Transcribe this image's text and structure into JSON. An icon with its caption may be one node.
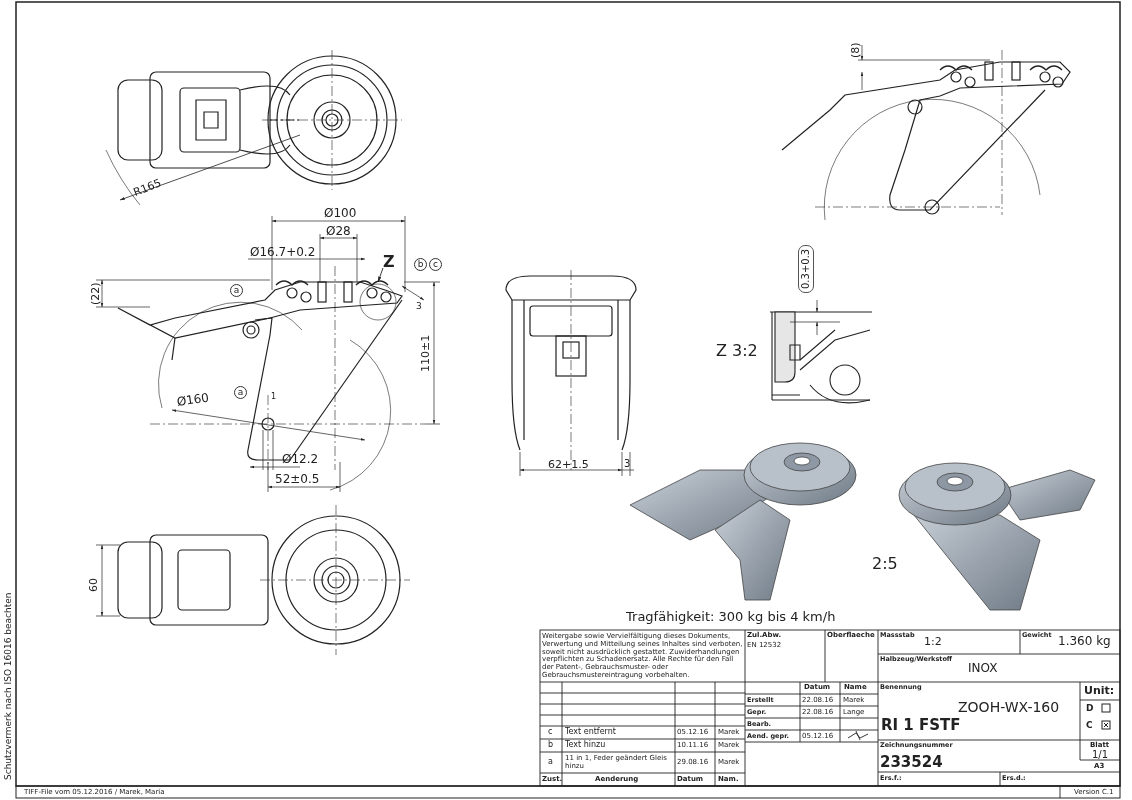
{
  "diagram": {
    "labels": [
      "R165",
      "Ø100",
      "Ø28",
      "Ø16.7+0.2",
      "Z",
      "b",
      "c",
      "a",
      "(22)",
      "110±1",
      "a",
      "1",
      "Ø160",
      "Ø12.2",
      "52±0.5",
      "3",
      "(8)",
      "0.3+0.3",
      "Z 3:2",
      "62+1.5",
      "3",
      "60",
      "2:5",
      "Tragfähigkeit: 300 kg bis 4 km/h",
      "Weitergabe sowie Vervielfältigung dieses Dokuments, Verwertung und Mitteilung seines Inhaltes sind verboten, soweit nicht ausdrücklich gestattet. Zuwiderhandlungen verpflichten zu Schadenersatz. Alle Rechte für den Fall der Patent-, Gebrauchsmuster- oder Gebrauchsmustereintragung vorbehalten.",
      "Zul.Abw.",
      "EN 12532",
      "Oberflaeche",
      "Massstab",
      "1:2",
      "Gewicht",
      "1.360 kg",
      "Halbzeug/Werkstoff",
      "INOX",
      "Datum",
      "Name",
      "Erstellt",
      "22.08.16",
      "Marek",
      "Gepr.",
      "22.08.16",
      "Lange",
      "Bearb.",
      "Aend. gepr.",
      "05.12.16",
      "Benennung",
      "ZOOH-WX-160",
      "RI 1 FSTF",
      "Unit:",
      "D",
      "C",
      "Zeichnungsnummer",
      "233524",
      "Blatt",
      "1/1",
      "A3",
      "Ers.f.:",
      "Ers.d.:",
      "c",
      "Text entfernt",
      "05.12.16",
      "Marek",
      "b",
      "Text hinzu",
      "10.11.16",
      "Marek",
      "a",
      "11 in 1, Feder geändert Gleis hinzu",
      "29.08.16",
      "Marek",
      "Zust.",
      "Aenderung",
      "Datum",
      "Nam.",
      "Schutzvermerk nach ISO 16016 beachten",
      "TIFF-File vom 05.12.2016 / Marek, Maria",
      "Version C.1"
    ]
  }
}
